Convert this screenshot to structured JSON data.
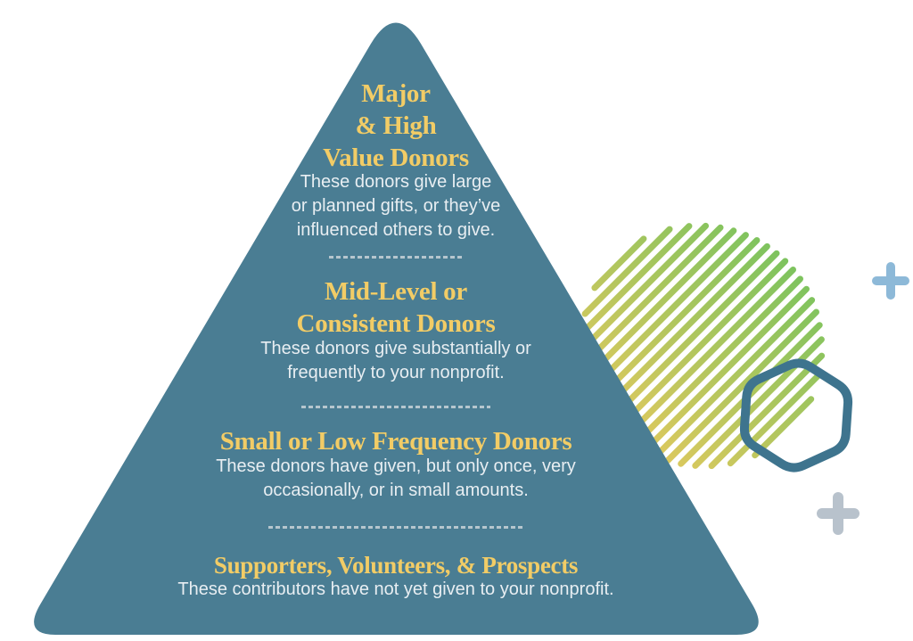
{
  "colors": {
    "pyramid": "#4a7d93",
    "heading": "#f2cc66",
    "body_text": "#e8eef2",
    "divider": "#c9d3d9",
    "stripe_green": "#7cc35e",
    "stripe_yellow": "#e2c95e",
    "hexagon": "#3e748e",
    "plus_blue": "#8db9d8",
    "plus_gray": "#b8c2cc"
  },
  "pyramid": {
    "sections": [
      {
        "title": "Major\n& High\nValue Donors",
        "description": "These donors give large\nor planned gifts, or they’ve\ninfluenced others to give."
      },
      {
        "title": "Mid-Level or\nConsistent Donors",
        "description": "These donors give substantially or\nfrequently to your nonprofit."
      },
      {
        "title": "Small or Low Frequency Donors",
        "description": "These donors have given, but only once, very\noccasionally, or in small amounts."
      },
      {
        "title": "Supporters, Volunteers, & Prospects",
        "description": "These contributors have not yet given to your nonprofit."
      }
    ]
  },
  "decorations": {
    "items": [
      "striped-circle",
      "hexagon-outline",
      "plus-icon-blue",
      "plus-icon-gray"
    ]
  }
}
